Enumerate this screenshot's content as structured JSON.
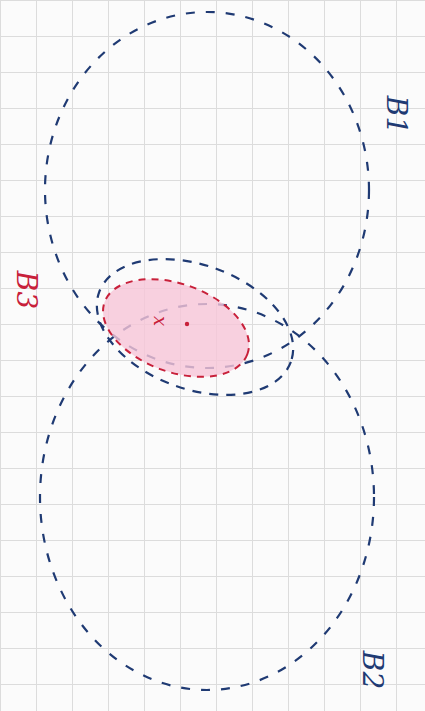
{
  "diagram": {
    "labels": [
      "B1",
      "B2",
      "B3",
      "x"
    ]
  }
}
